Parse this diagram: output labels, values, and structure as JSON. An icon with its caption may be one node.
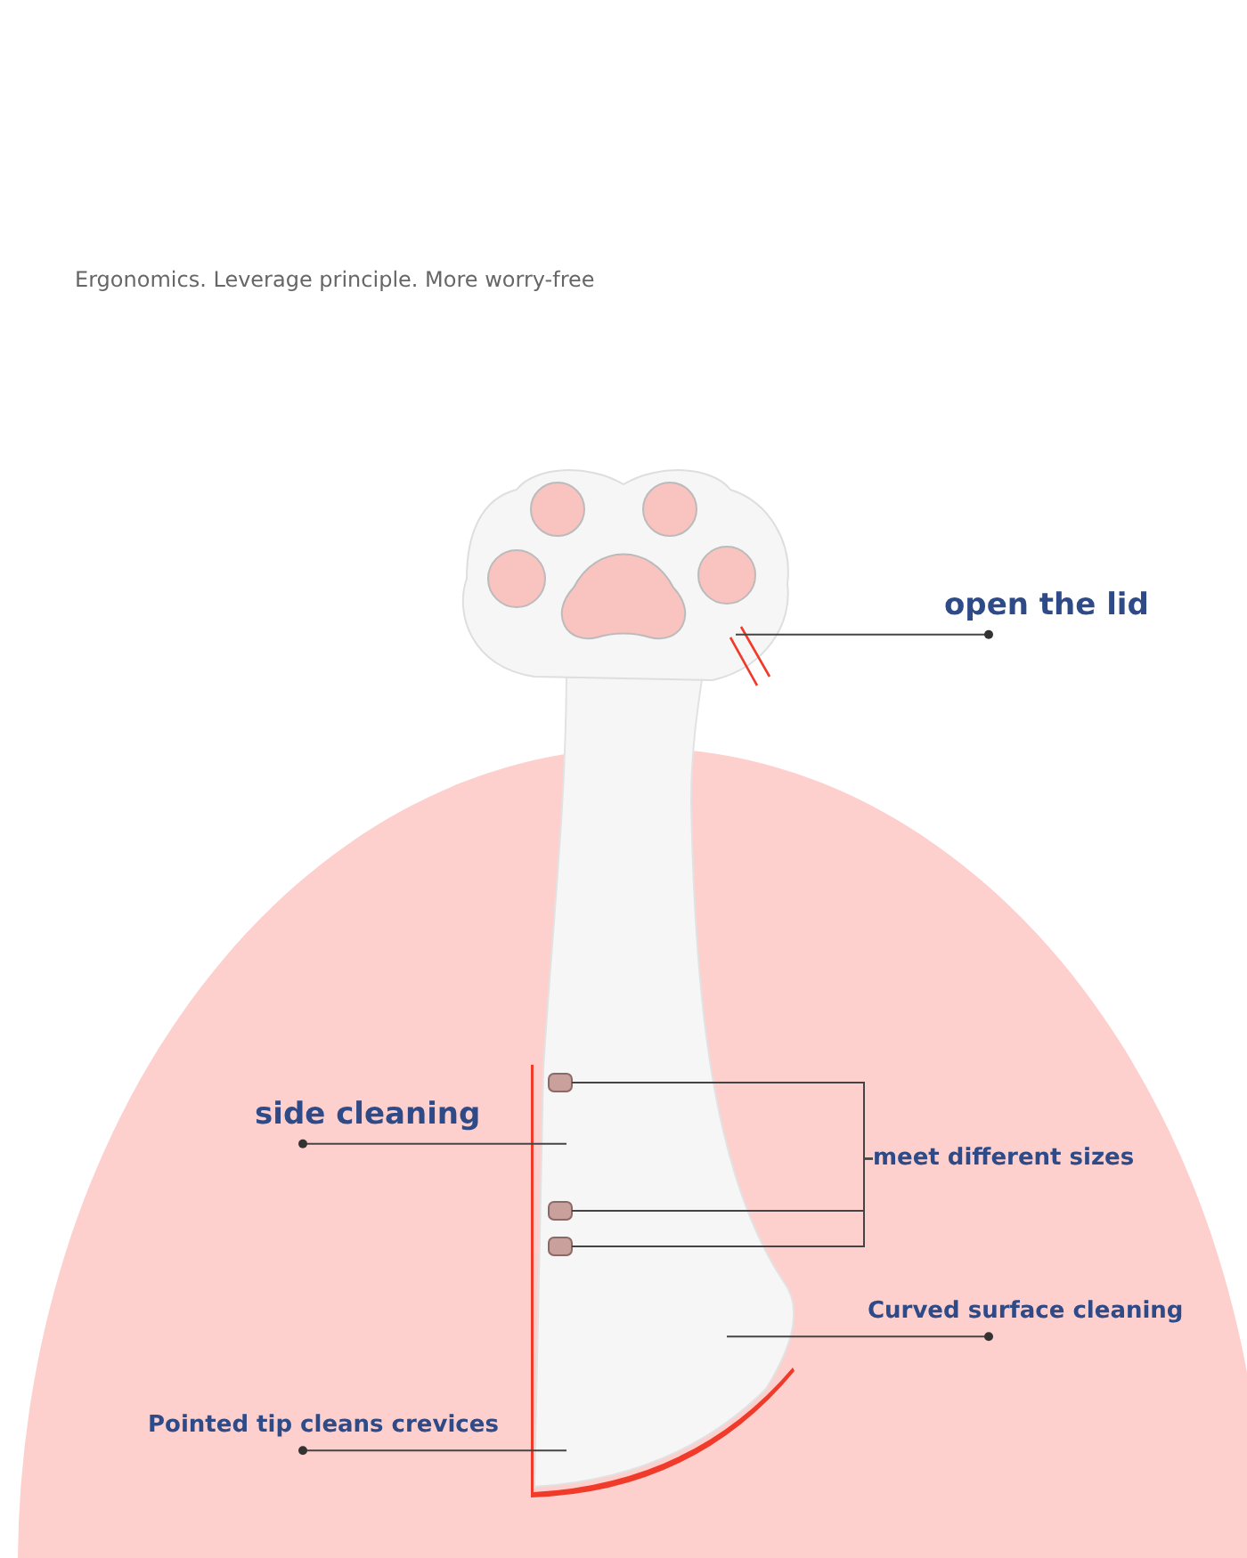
{
  "diagram": {
    "title": "Ergonomics. Leverage principle. More worry-free",
    "nodes": [
      {
        "text": [
          "open the lid"
        ]
      },
      {
        "text": [
          "side cleaning"
        ]
      },
      {
        "text": [
          "meet different sizes"
        ]
      },
      {
        "text": [],
        "shape": "box"
      },
      {
        "text": [],
        "shape": "box"
      },
      {
        "text": [],
        "shape": "box"
      },
      {
        "text": [
          "Curved surface cleaning"
        ]
      },
      {
        "text": [
          "Pointed tip cleans crevices"
        ]
      }
    ],
    "edges": [
      {
        "from": 0,
        "to": null,
        "arrow": "other"
      },
      {
        "from": 1,
        "to": null,
        "arrow": "other"
      },
      {
        "from": 2,
        "to": 3,
        "arrow": "none"
      },
      {
        "from": 2,
        "to": 4,
        "arrow": "none"
      },
      {
        "from": 2,
        "to": 5,
        "arrow": "none"
      },
      {
        "from": 6,
        "to": null,
        "arrow": "other"
      },
      {
        "from": 7,
        "to": null,
        "arrow": "other"
      }
    ]
  }
}
